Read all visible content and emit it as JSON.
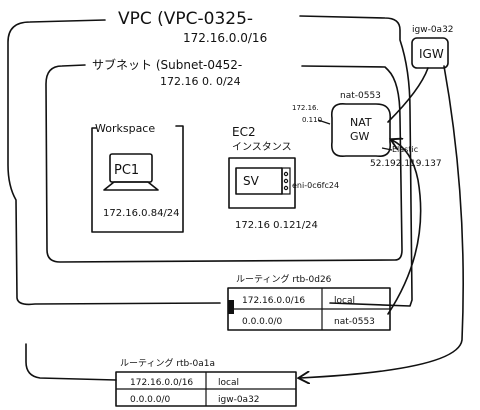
{
  "vpc": {
    "title": "VPC (VPC-0325-",
    "cidr": "172.16.0.0/16"
  },
  "subnet": {
    "title": "サブネット (Subnet-0452-",
    "cidr": "172.16 0. 0/24"
  },
  "igw": {
    "id": "igw-0a32",
    "label": "IGW"
  },
  "workspace": {
    "title": "Workspace",
    "device_label": "PC1",
    "ip": "172.16.0.84/24"
  },
  "ec2": {
    "title_line1": "EC2",
    "title_line2": "インスタンス",
    "server_label": "SV",
    "eni": "eni-0c6fc24",
    "ip": "172.16 0.121/24"
  },
  "nat": {
    "id": "nat-0553",
    "label_line1": "NAT",
    "label_line2": "GW",
    "private_ip_line1": "172.16.",
    "private_ip_line2": "0.110",
    "elastic_label": "Elastic",
    "elastic_ip": "52.192.119.137"
  },
  "route_table_private": {
    "title": "ルーティング rtb-0d26",
    "rows": [
      {
        "destination": "172.16.0.0/16",
        "target": "local"
      },
      {
        "destination": "0.0.0.0/0",
        "target": "nat-0553"
      }
    ]
  },
  "route_table_public": {
    "title": "ルーティング rtb-0a1a",
    "rows": [
      {
        "destination": "172.16.0.0/16",
        "target": "local"
      },
      {
        "destination": "0.0.0.0/0",
        "target": "igw-0a32"
      }
    ]
  }
}
